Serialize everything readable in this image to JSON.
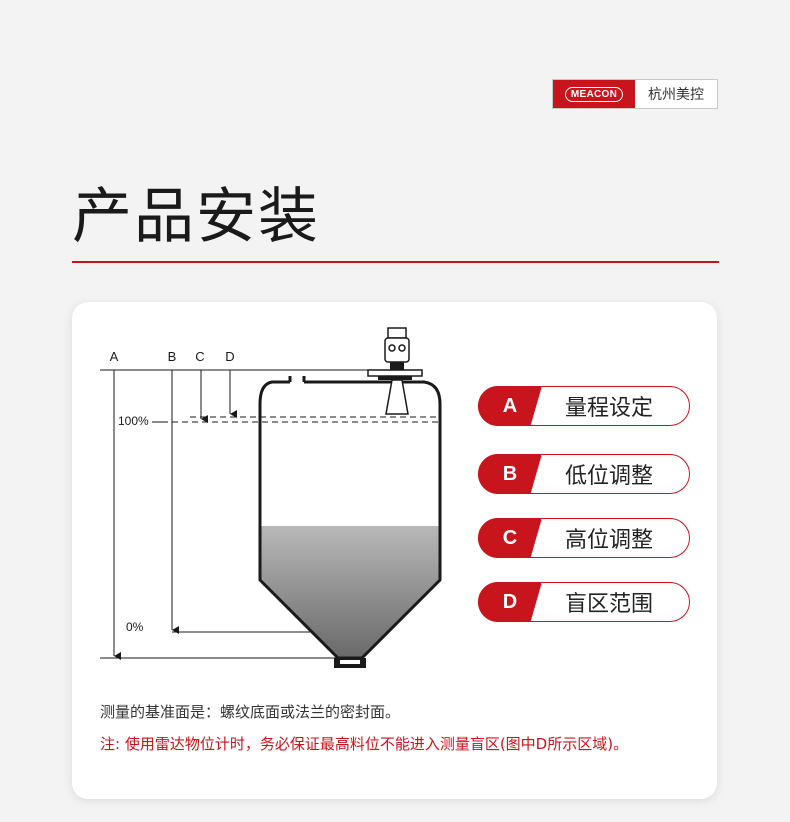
{
  "brand": {
    "logo_text": "MEACON",
    "name": "杭州美控"
  },
  "page": {
    "title": "产品安装"
  },
  "diagram": {
    "columns": [
      "A",
      "B",
      "C",
      "D"
    ],
    "levels": {
      "full": "100%",
      "empty": "0%"
    }
  },
  "legend": [
    {
      "letter": "A",
      "text": "量程设定"
    },
    {
      "letter": "B",
      "text": "低位调整"
    },
    {
      "letter": "C",
      "text": "高位调整"
    },
    {
      "letter": "D",
      "text": "盲区范围"
    }
  ],
  "notes": {
    "reference": "测量的基准面是：螺纹底面或法兰的密封面。",
    "warning": "注: 使用雷达物位计时，务必保证最高料位不能进入测量盲区(图中D所示区域)。"
  },
  "colors": {
    "accent": "#c8141c",
    "line": "#1a1a1a",
    "fill_top": "#b5b5b5",
    "fill_bottom": "#6e6e6e"
  }
}
